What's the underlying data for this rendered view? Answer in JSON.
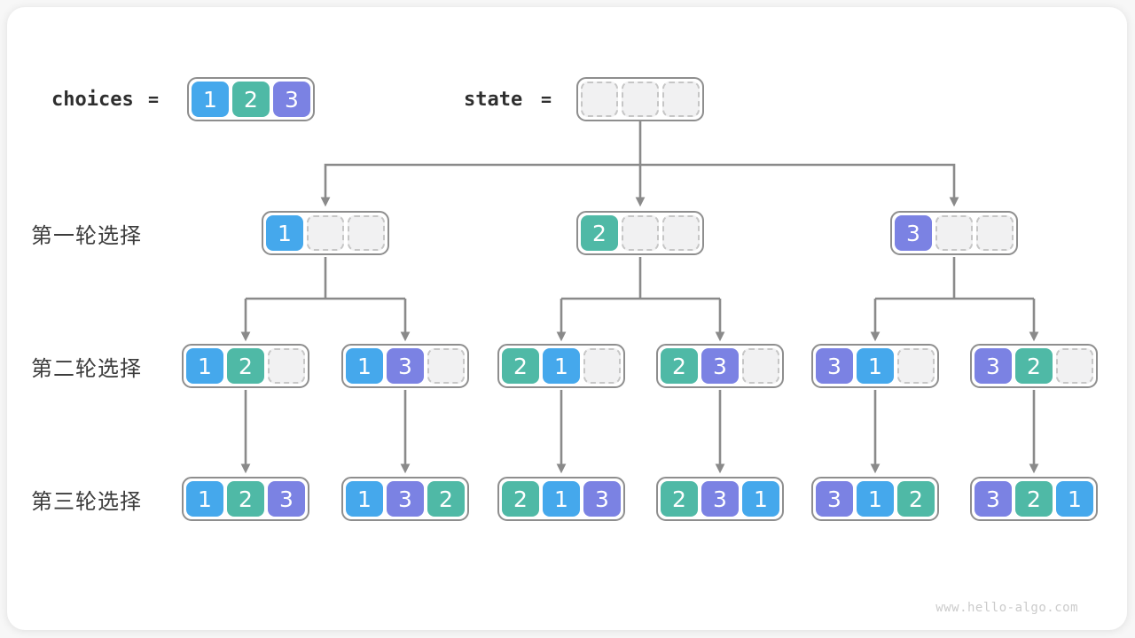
{
  "colors": {
    "1": "#45a8ec",
    "2": "#4fb9a6",
    "3": "#7b82e3",
    "empty_fill": "#f1f1f2",
    "node_border": "#8e8e8e",
    "arrow": "#8a8a8a"
  },
  "header": {
    "choices_label": "choices",
    "choices_equals": "=",
    "choices_cells": [
      1,
      2,
      3
    ],
    "state_label": "state",
    "state_equals": "=",
    "state_cells": [
      null,
      null,
      null
    ]
  },
  "rows": [
    {
      "label": "第一轮选择",
      "nodes": [
        [
          1,
          null,
          null
        ],
        [
          2,
          null,
          null
        ],
        [
          3,
          null,
          null
        ]
      ]
    },
    {
      "label": "第二轮选择",
      "nodes": [
        [
          1,
          2,
          null
        ],
        [
          1,
          3,
          null
        ],
        [
          2,
          1,
          null
        ],
        [
          2,
          3,
          null
        ],
        [
          3,
          1,
          null
        ],
        [
          3,
          2,
          null
        ]
      ]
    },
    {
      "label": "第三轮选择",
      "nodes": [
        [
          1,
          2,
          3
        ],
        [
          1,
          3,
          2
        ],
        [
          2,
          1,
          3
        ],
        [
          2,
          3,
          1
        ],
        [
          3,
          1,
          2
        ],
        [
          3,
          2,
          1
        ]
      ]
    }
  ],
  "footer": {
    "watermark": "www.hello-algo.com"
  }
}
